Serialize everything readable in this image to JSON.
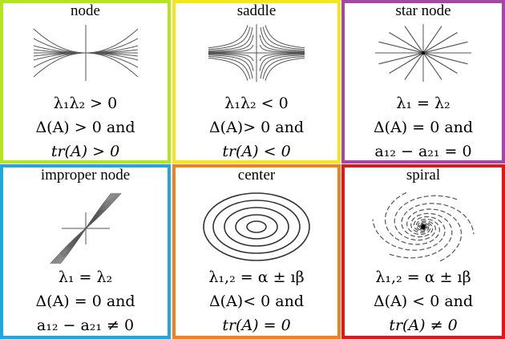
{
  "cells": [
    {
      "title": "node",
      "color": "#b5e61d",
      "icon": "node-portrait",
      "lines": [
        "λ₁λ₂ > 0",
        "Δ(A) > 0 and",
        "tr(A)  > 0"
      ]
    },
    {
      "title": "saddle",
      "color": "#f5e51b",
      "icon": "saddle-portrait",
      "lines": [
        "λ₁λ₂ < 0",
        "Δ(A)> 0 and",
        "tr(A) < 0"
      ]
    },
    {
      "title": "star node",
      "color": "#a349a4",
      "icon": "star-node-portrait",
      "lines": [
        "λ₁ = λ₂",
        "Δ(A)  = 0 and",
        "a₁₂ − a₂₁ = 0"
      ]
    },
    {
      "title": "improper node",
      "color": "#1ea7e1",
      "icon": "improper-node-portrait",
      "lines": [
        "λ₁ = λ₂",
        "Δ(A) = 0 and",
        "a₁₂ − a₂₁ ≠ 0"
      ]
    },
    {
      "title": "center",
      "color": "#f57f1f",
      "icon": "center-portrait",
      "lines": [
        "λ₁,₂ = α ± ıβ",
        "Δ(A)< 0 and",
        "tr(A)  = 0"
      ]
    },
    {
      "title": "spiral",
      "color": "#e0161d",
      "icon": "spiral-portrait",
      "lines": [
        "λ₁,₂ = α ± ıβ",
        "Δ(A) < 0 and",
        "tr(A) ≠ 0"
      ]
    }
  ]
}
